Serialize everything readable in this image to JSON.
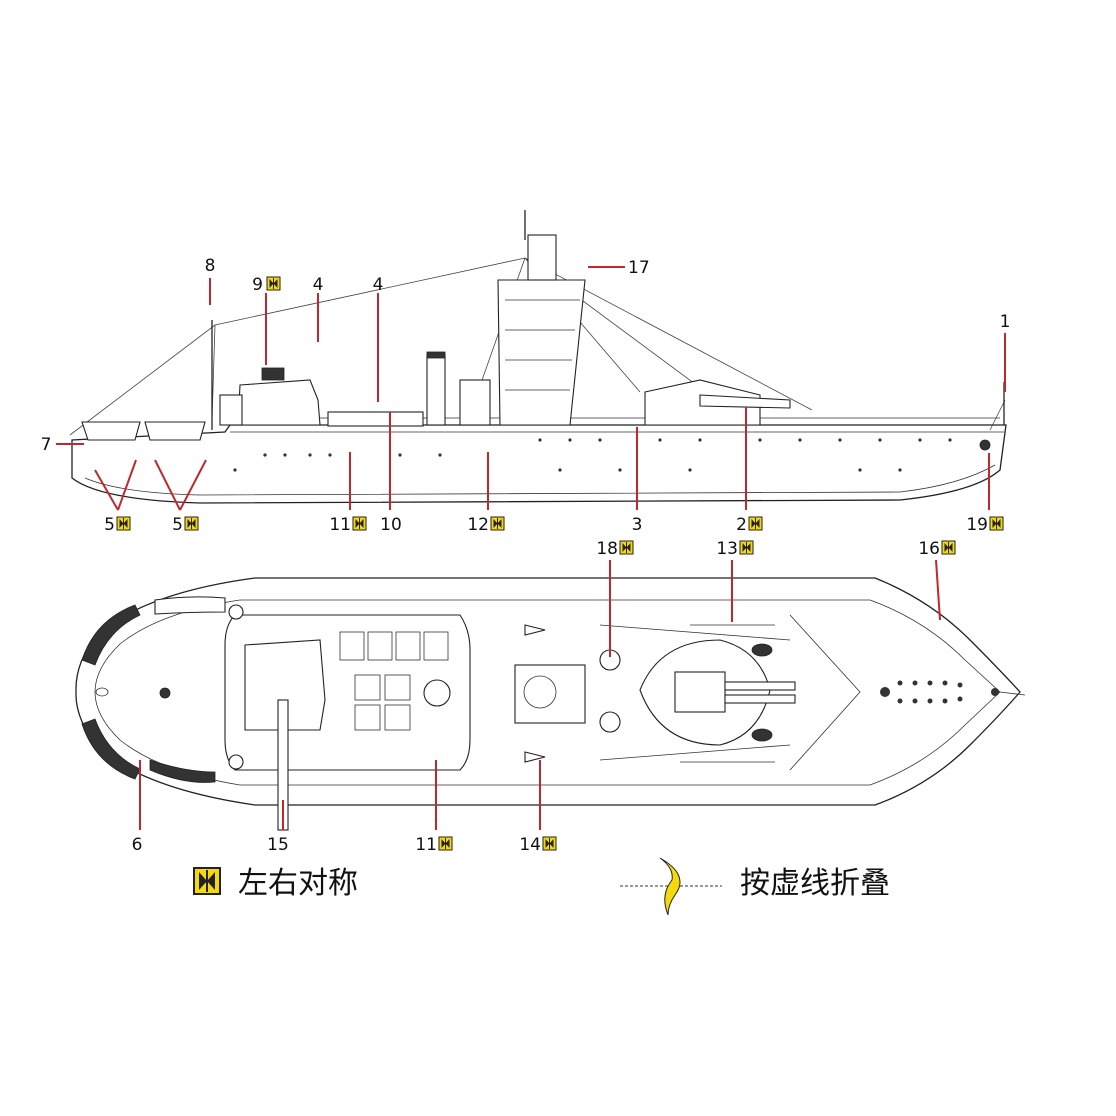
{
  "side_view_labels": [
    {
      "id": "l1",
      "text": "1",
      "sym": false
    },
    {
      "id": "l4a",
      "text": "4",
      "sym": false
    },
    {
      "id": "l4b",
      "text": "4",
      "sym": false
    },
    {
      "id": "l8",
      "text": "8",
      "sym": false
    },
    {
      "id": "l9",
      "text": "9",
      "sym": true
    },
    {
      "id": "l17",
      "text": "17",
      "sym": false
    },
    {
      "id": "l7",
      "text": "7",
      "sym": false
    },
    {
      "id": "l5a",
      "text": "5",
      "sym": true
    },
    {
      "id": "l5b",
      "text": "5",
      "sym": true
    },
    {
      "id": "l11a",
      "text": "11",
      "sym": true
    },
    {
      "id": "l10",
      "text": "10",
      "sym": false
    },
    {
      "id": "l12",
      "text": "12",
      "sym": true
    },
    {
      "id": "l3",
      "text": "3",
      "sym": false
    },
    {
      "id": "l2",
      "text": "2",
      "sym": true
    },
    {
      "id": "l19",
      "text": "19",
      "sym": true
    }
  ],
  "top_view_labels": [
    {
      "id": "l18",
      "text": "18",
      "sym": true
    },
    {
      "id": "l13",
      "text": "13",
      "sym": true
    },
    {
      "id": "l16",
      "text": "16",
      "sym": true
    },
    {
      "id": "l6",
      "text": "6",
      "sym": false
    },
    {
      "id": "l15",
      "text": "15",
      "sym": false
    },
    {
      "id": "l11b",
      "text": "11",
      "sym": true
    },
    {
      "id": "l14",
      "text": "14",
      "sym": true
    }
  ],
  "legend": {
    "symmetric_label": "左右对称",
    "fold_label": "按虚线折叠"
  },
  "colors": {
    "leader": "#c0282d",
    "symbol_fill": "#f5d90a",
    "fold_arrow": "#f5d90a"
  }
}
